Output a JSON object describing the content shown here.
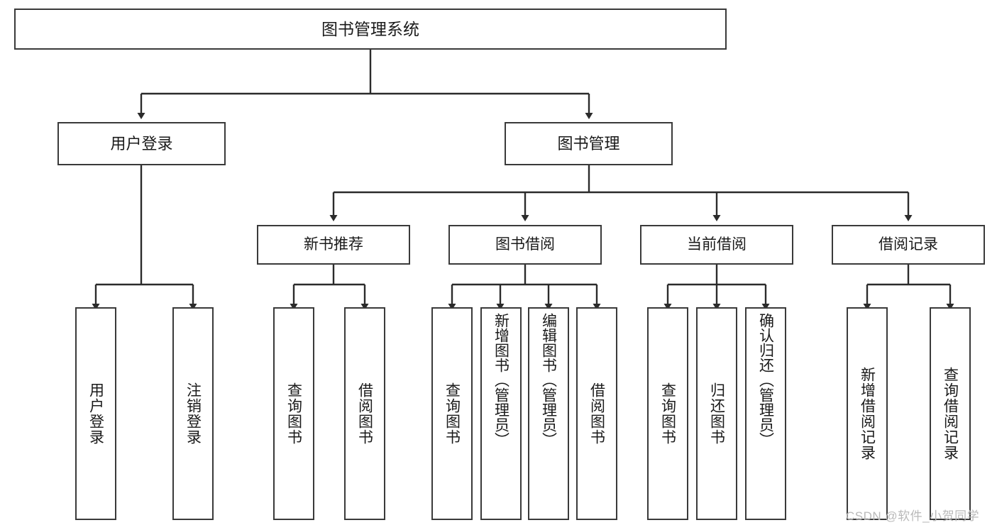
{
  "diagram": {
    "title": "图书管理系统",
    "type": "tree-hierarchy-diagram",
    "root": {
      "label": "图书管理系统"
    },
    "level2": [
      {
        "label": "用户登录"
      },
      {
        "label": "图书管理"
      }
    ],
    "level3": [
      {
        "label": "新书推荐"
      },
      {
        "label": "图书借阅"
      },
      {
        "label": "当前借阅"
      },
      {
        "label": "借阅记录"
      }
    ],
    "leaves": {
      "user_login": [
        {
          "label": "用户登录"
        },
        {
          "label": "注销登录"
        }
      ],
      "new_book_recommend": [
        {
          "label": "查询图书"
        },
        {
          "label": "借阅图书"
        }
      ],
      "book_borrow": [
        {
          "label": "查询图书"
        },
        {
          "label": "新增图书（管理员）"
        },
        {
          "label": "编辑图书（管理员）"
        },
        {
          "label": "借阅图书"
        }
      ],
      "current_borrow": [
        {
          "label": "查询图书"
        },
        {
          "label": "归还图书"
        },
        {
          "label": "确认归还（管理员）"
        }
      ],
      "borrow_record": [
        {
          "label": "新增借阅记录"
        },
        {
          "label": "查询借阅记录"
        }
      ]
    },
    "watermark": "CSDN @软件_小贺同学",
    "colors": {
      "border": "#3a3a3a",
      "text": "#1a1a1a",
      "background": "#ffffff",
      "watermark": "#b9b9b9"
    }
  }
}
